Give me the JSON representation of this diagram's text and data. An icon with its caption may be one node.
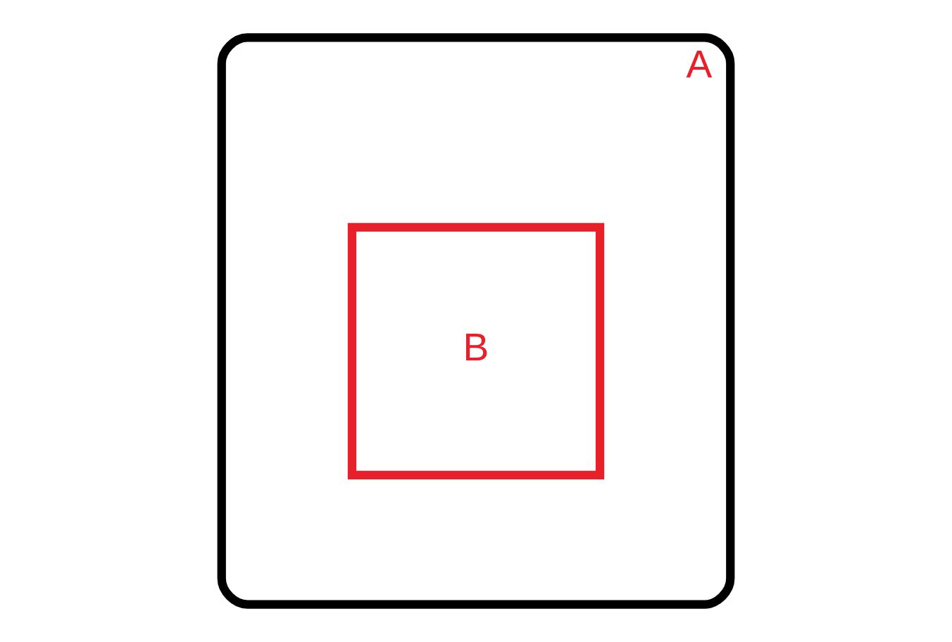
{
  "diagram": {
    "nodes": [
      {
        "text": [
          "A"
        ]
      },
      {
        "text": [
          "B"
        ],
        "in": 0
      }
    ]
  }
}
